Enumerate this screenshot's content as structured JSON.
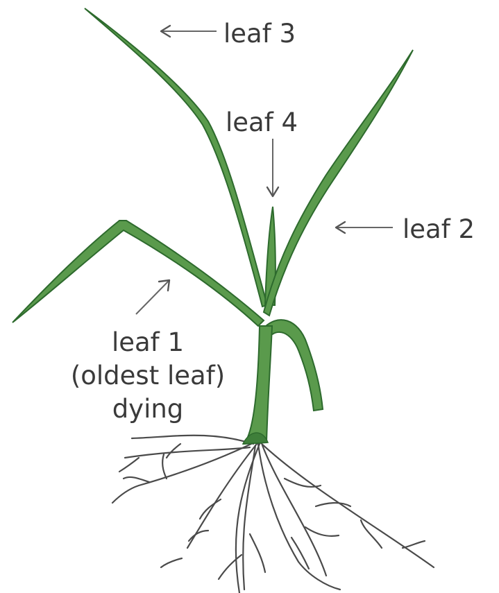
{
  "labels": {
    "leaf3": "leaf 3",
    "leaf4": "leaf 4",
    "leaf2": "leaf 2",
    "leaf1_line1": "leaf 1",
    "leaf1_line2": "(oldest leaf)",
    "leaf1_line3": "dying"
  },
  "colors": {
    "leaf": "#5a9a4c",
    "leaf_outline": "#2d6a2d",
    "root": "#4a4a4a",
    "text": "#3a3a3a"
  }
}
